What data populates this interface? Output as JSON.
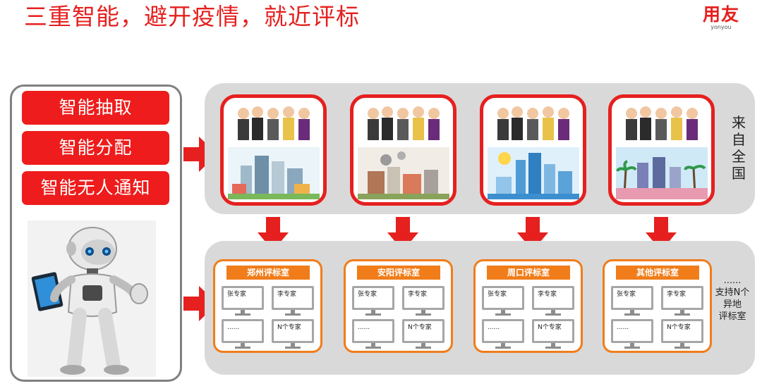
{
  "title": "三重智能，避开疫情，就近评标",
  "logo": {
    "main": "用友",
    "sub": "yonyou"
  },
  "left_panel": {
    "functions": [
      "智能抽取",
      "智能分配",
      "智能无人通知"
    ]
  },
  "top_panel": {
    "label": "来自全国"
  },
  "bottom_panel": {
    "rooms": [
      {
        "name": "郑州评标室",
        "experts": [
          "张专家",
          "李专家",
          "......",
          "N个专家"
        ]
      },
      {
        "name": "安阳评标室",
        "experts": [
          "张专家",
          "李专家",
          "......",
          "N个专家"
        ]
      },
      {
        "name": "周口评标室",
        "experts": [
          "张专家",
          "李专家",
          "......",
          "N个专家"
        ]
      },
      {
        "name": "其他评标室",
        "experts": [
          "张专家",
          "李专家",
          "......",
          "N个专家"
        ]
      }
    ],
    "side_note": {
      "ellipsis": "......",
      "line1": "支持N个",
      "line2": "异地",
      "line3": "评标室"
    }
  },
  "colors": {
    "accent_red": "#e5201f",
    "orange": "#f07d1a",
    "panel_gray": "#d9d9d9"
  }
}
